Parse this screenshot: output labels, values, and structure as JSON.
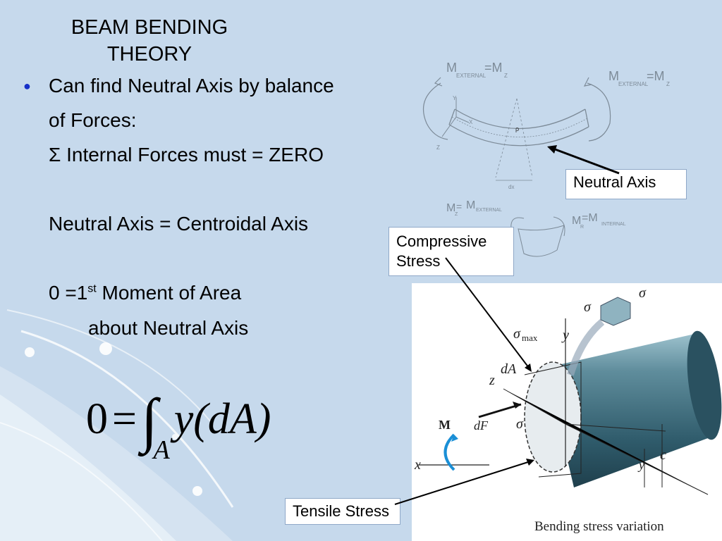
{
  "title": {
    "line1": "BEAM BENDING",
    "line2": "THEORY"
  },
  "bullet": {
    "line1": "Can find Neutral Axis by balance",
    "line2": "of Forces:",
    "line3": "Σ Internal Forces must = ZERO",
    "line4": "Neutral Axis = Centroidal Axis",
    "line5_pre": "0 =1",
    "line5_sup": "st",
    "line5_post": " Moment of Area",
    "line6": "about Neutral Axis"
  },
  "formula": {
    "zero": "0",
    "equals": "=",
    "integral": "∫",
    "subscript": "A",
    "body": "y(dA)"
  },
  "labels": {
    "neutral_axis": "Neutral Axis",
    "compressive_line1": "Compressive",
    "compressive_line2": "Stress",
    "tensile": "Tensile Stress"
  },
  "top_diagram": {
    "m_ext_left": "M",
    "m_ext_left_sub": "EXTERNAL",
    "m_ext_left_rhs": "=M",
    "m_ext_left_rhs_sub": "Z",
    "m_ext_right": "M",
    "m_ext_right_sub": "EXTERNAL",
    "m_ext_right_rhs": "=M",
    "m_ext_right_rhs_sub": "Z",
    "rho": "ρ",
    "y": "Y",
    "x": "X",
    "z": "Z",
    "dx": "dx",
    "mz_label": "M",
    "mz_sub": "Z",
    "mz_eq": "=",
    "mz_rhs": "M",
    "mz_rhs_sub": "EXTERNAL",
    "mr_label": "M",
    "mr_sub": "R",
    "mr_eq": "=M",
    "mr_rhs_sub": "INTERNAL"
  },
  "stress_figure": {
    "sigma_top": "σ",
    "sigma_left": "σ",
    "sigma_max": "σ",
    "sigma_max_sub": "max",
    "y_axis": "y",
    "da": "dA",
    "z_axis": "z",
    "m": "M",
    "df": "dF",
    "sigma_mid": "σ",
    "x_axis": "x",
    "c": "c",
    "y_small": "y",
    "caption": "Bending stress variation"
  },
  "colors": {
    "background": "#c6d9ec",
    "bullet": "#1630c8",
    "beam_dark": "#2f5b6b",
    "beam_light": "#8fb3c0"
  }
}
